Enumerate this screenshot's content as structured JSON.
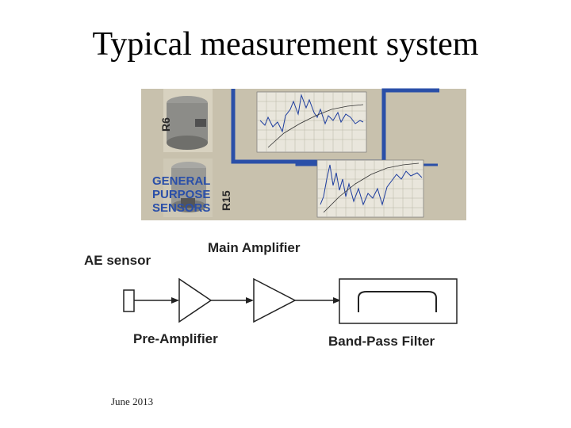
{
  "slide": {
    "title": "Typical measurement system",
    "footer": "June 2013"
  },
  "photo": {
    "sensor_a": "R6",
    "sensor_b": "R15",
    "caption_lines": [
      "GENERAL",
      "PURPOSE",
      "SENSORS"
    ]
  },
  "diagram": {
    "ae_sensor": "AE sensor",
    "main_amplifier": "Main Amplifier",
    "pre_amplifier": "Pre-Amplifier",
    "band_pass_filter": "Band-Pass Filter"
  },
  "colors": {
    "caption_blue": "#2a4fa8",
    "plot_line_blue": "#1d3d9e",
    "photo_background": "#c9c2ae"
  }
}
